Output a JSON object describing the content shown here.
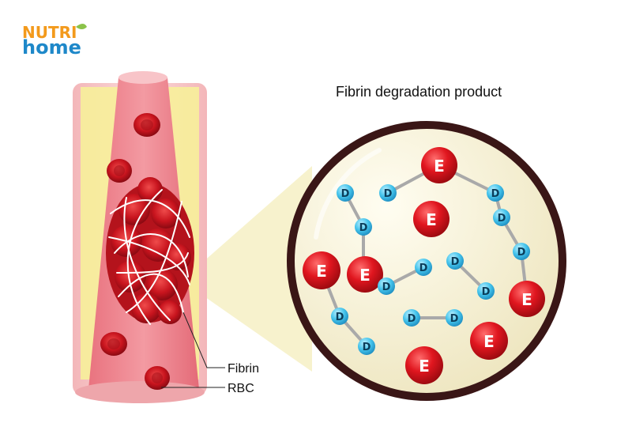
{
  "logo": {
    "line1": "NUTRI",
    "line2": "home"
  },
  "title": "Fibrin degradation product",
  "labels": {
    "fibrin": "Fibrin",
    "rbc": "RBC"
  },
  "molecules": {
    "e_letter": "E",
    "d_letter": "D"
  },
  "colors": {
    "vessel_outer": "#f6c9c9",
    "vessel_inner": "#ea7f8e",
    "fat_yellow": "#f7ef9a",
    "rbc_red": "#d31f2a",
    "e_red": "#e0161f",
    "d_blue": "#45c4ec",
    "circle_fill": "#f8f4dc",
    "circle_border": "#3a1616",
    "magnifier_cone": "#f6f0c4",
    "logo_orange": "#f39a1c",
    "logo_blue": "#1e88c9",
    "logo_green": "#8bc34a"
  },
  "icons": [
    "leaf-icon"
  ]
}
